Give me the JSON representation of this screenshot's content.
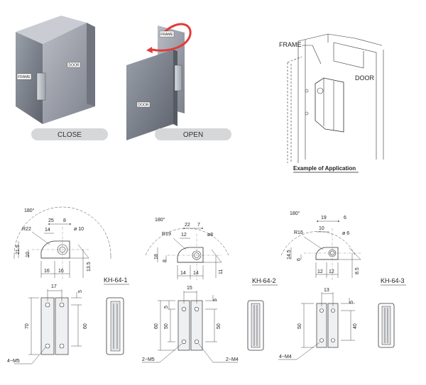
{
  "scene": {
    "close_door_tag": "DOOR",
    "close_frame_tag": "FRAME",
    "open_frame_tag": "FRAME",
    "open_door_tag": "DOOR",
    "close_label": "CLOSE",
    "open_label": "OPEN"
  },
  "application": {
    "frame_label": "FRAME",
    "door_label": "DOOR",
    "caption": "Example of Application"
  },
  "models": [
    {
      "name": "KH-64-1",
      "angle": "180°",
      "radius": "R22",
      "d1": "25",
      "d2": "14",
      "d3": "8",
      "bore": "ø 10",
      "h1": "21.5",
      "h2": "10",
      "w1": "16",
      "w2": "16",
      "h3": "13.5",
      "fw": "17",
      "fh": "70",
      "fh2": "60",
      "ft": "5",
      "screw1": "4−M5",
      "screw2": ""
    },
    {
      "name": "KH-64-2",
      "angle": "180°",
      "radius": "R19",
      "d1": "22",
      "d2": "12",
      "d3": "7",
      "bore": "ø8",
      "h1": "18",
      "h2": "8",
      "w1": "14",
      "w2": "14",
      "h3": "11",
      "fw": "15",
      "fh": "60",
      "fh2": "50",
      "ft": "5",
      "screw1": "2−M5",
      "screw2": "2−M4",
      "fh3": "50"
    },
    {
      "name": "KH-64-3",
      "angle": "180°",
      "radius": "R16",
      "d1": "19",
      "d2": "10",
      "d3": "6",
      "bore": "ø 6",
      "h1": "14.5",
      "h2": "6",
      "w1": "12",
      "w2": "12",
      "h3": "8.5",
      "fw": "13",
      "fh": "50",
      "fh2": "40",
      "ft": "5",
      "screw1": "4−M4",
      "screw2": ""
    }
  ]
}
